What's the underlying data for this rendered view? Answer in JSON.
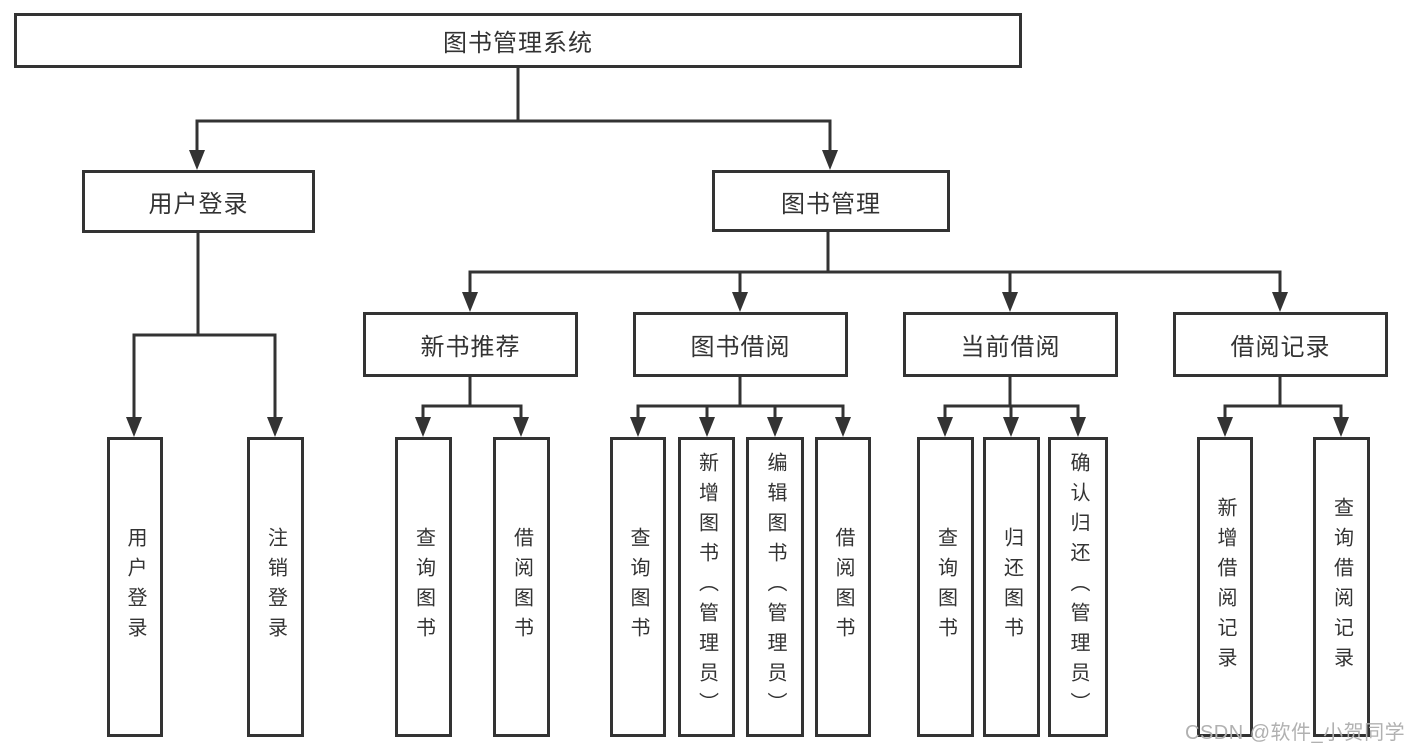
{
  "diagram_title": "图书管理系统",
  "colors": {
    "line": "#333333",
    "text": "#333333",
    "background": "#ffffff",
    "watermark": "#b1b1b1"
  },
  "root": {
    "label": "图书管理系统"
  },
  "branches": [
    {
      "label": "用户登录",
      "children": [
        {
          "label": "用户登录"
        },
        {
          "label": "注销登录"
        }
      ]
    },
    {
      "label": "图书管理",
      "sections": [
        {
          "label": "新书推荐",
          "children": [
            {
              "label": "查询图书"
            },
            {
              "label": "借阅图书"
            }
          ]
        },
        {
          "label": "图书借阅",
          "children": [
            {
              "label": "查询图书"
            },
            {
              "label": "新增图书（管理员）"
            },
            {
              "label": "编辑图书（管理员）"
            },
            {
              "label": "借阅图书"
            }
          ]
        },
        {
          "label": "当前借阅",
          "children": [
            {
              "label": "查询图书"
            },
            {
              "label": "归还图书"
            },
            {
              "label": "确认归还（管理员）"
            }
          ]
        },
        {
          "label": "借阅记录",
          "children": [
            {
              "label": "新增借阅记录"
            },
            {
              "label": "查询借阅记录"
            }
          ]
        }
      ]
    }
  ],
  "watermark": "CSDN @软件_小贺同学"
}
